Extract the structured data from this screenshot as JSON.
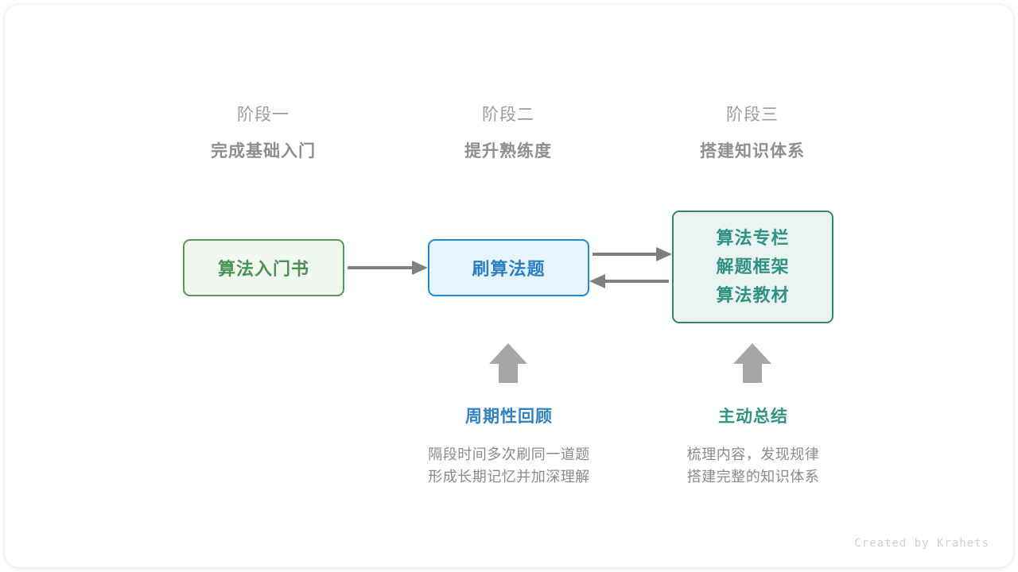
{
  "diagram": {
    "background_color": "#ffffff",
    "card_color": "#ffffff",
    "stages": [
      {
        "index_label": "阶段一",
        "title": "完成基础入门"
      },
      {
        "index_label": "阶段二",
        "title": "提升熟练度"
      },
      {
        "index_label": "阶段三",
        "title": "搭建知识体系"
      }
    ],
    "nodes": [
      {
        "id": "book",
        "label": "算法入门书",
        "lines": [
          "算法入门书"
        ],
        "fill": "#f1f8f0",
        "border": "#57985a",
        "text_color": "#4a9152"
      },
      {
        "id": "practice",
        "label": "刷算法题",
        "lines": [
          "刷算法题"
        ],
        "fill": "#e8f4fd",
        "border": "#1f8ad6",
        "text_color": "#2a7fc4"
      },
      {
        "id": "resources",
        "label": "算法专栏 解题框架 算法教材",
        "lines": [
          "算法专栏",
          "解题框架",
          "算法教材"
        ],
        "fill": "#eaf5f2",
        "border": "#2e8679",
        "text_color": "#2e9383"
      }
    ],
    "connectors": [
      {
        "name": "book-to-practice",
        "direction": "right",
        "color": "#808080"
      },
      {
        "name": "practice-to-resources",
        "direction": "right",
        "color": "#808080"
      },
      {
        "name": "resources-to-practice",
        "direction": "left",
        "color": "#808080"
      },
      {
        "name": "review-up-arrow",
        "direction": "up",
        "color": "#a0a0a0"
      },
      {
        "name": "summary-up-arrow",
        "direction": "up",
        "color": "#a0a0a0"
      }
    ],
    "annotations": [
      {
        "id": "review",
        "title": "周期性回顾",
        "title_color": "#2f80c4",
        "desc_line_1": "隔段时间多次刷同一道题",
        "desc_line_2": "形成长期记忆并加深理解"
      },
      {
        "id": "summary",
        "title": "主动总结",
        "title_color": "#2e9383",
        "desc_line_1": "梳理内容，发现规律",
        "desc_line_2": "搭建完整的知识体系"
      }
    ],
    "watermark": "Created by Krahets"
  }
}
